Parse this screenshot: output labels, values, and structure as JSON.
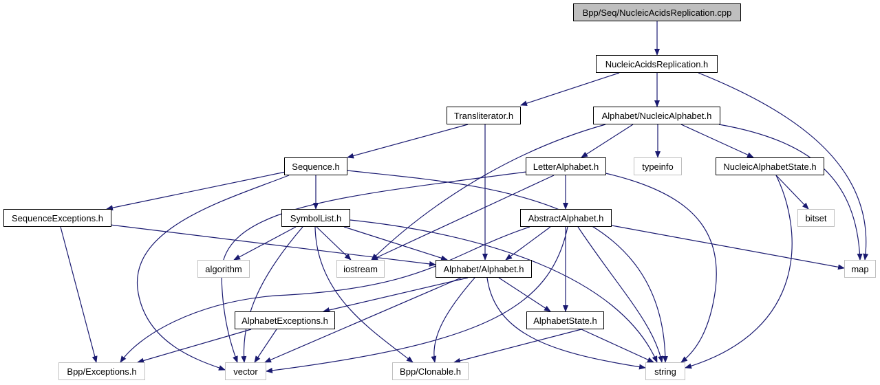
{
  "graph": {
    "edge_color": "#191970",
    "nodes": [
      {
        "id": "cpp",
        "label": "Bpp/Seq/NucleicAcidsReplication.cpp",
        "kind": "root"
      },
      {
        "id": "nar",
        "label": "NucleicAcidsReplication.h",
        "kind": "local"
      },
      {
        "id": "translit",
        "label": "Transliterator.h",
        "kind": "local"
      },
      {
        "id": "nucalph",
        "label": "Alphabet/NucleicAlphabet.h",
        "kind": "local"
      },
      {
        "id": "sequence",
        "label": "Sequence.h",
        "kind": "local"
      },
      {
        "id": "letter",
        "label": "LetterAlphabet.h",
        "kind": "local"
      },
      {
        "id": "typeinfo",
        "label": "typeinfo",
        "kind": "sys"
      },
      {
        "id": "nastate",
        "label": "NucleicAlphabetState.h",
        "kind": "local"
      },
      {
        "id": "seqexc",
        "label": "SequenceExceptions.h",
        "kind": "local"
      },
      {
        "id": "symbol",
        "label": "SymbolList.h",
        "kind": "local"
      },
      {
        "id": "abstract",
        "label": "AbstractAlphabet.h",
        "kind": "local"
      },
      {
        "id": "bitset",
        "label": "bitset",
        "kind": "sys"
      },
      {
        "id": "algorithm",
        "label": "algorithm",
        "kind": "sys"
      },
      {
        "id": "iostream",
        "label": "iostream",
        "kind": "sys"
      },
      {
        "id": "alphabet",
        "label": "Alphabet/Alphabet.h",
        "kind": "local"
      },
      {
        "id": "map",
        "label": "map",
        "kind": "sys"
      },
      {
        "id": "alphexc",
        "label": "AlphabetExceptions.h",
        "kind": "local"
      },
      {
        "id": "astate",
        "label": "AlphabetState.h",
        "kind": "local"
      },
      {
        "id": "exceptions",
        "label": "Bpp/Exceptions.h",
        "kind": "sys"
      },
      {
        "id": "vector",
        "label": "vector",
        "kind": "sys"
      },
      {
        "id": "clonable",
        "label": "Bpp/Clonable.h",
        "kind": "sys"
      },
      {
        "id": "string",
        "label": "string",
        "kind": "sys"
      }
    ],
    "edges": [
      [
        "cpp",
        "nar"
      ],
      [
        "nar",
        "translit"
      ],
      [
        "nar",
        "nucalph"
      ],
      [
        "nar",
        "map"
      ],
      [
        "translit",
        "sequence"
      ],
      [
        "translit",
        "alphabet"
      ],
      [
        "nucalph",
        "letter"
      ],
      [
        "nucalph",
        "typeinfo"
      ],
      [
        "nucalph",
        "nastate"
      ],
      [
        "nucalph",
        "map"
      ],
      [
        "nucalph",
        "iostream"
      ],
      [
        "sequence",
        "seqexc"
      ],
      [
        "sequence",
        "symbol"
      ],
      [
        "sequence",
        "vector"
      ],
      [
        "sequence",
        "string"
      ],
      [
        "letter",
        "abstract"
      ],
      [
        "letter",
        "vector"
      ],
      [
        "letter",
        "iostream"
      ],
      [
        "letter",
        "string"
      ],
      [
        "nastate",
        "bitset"
      ],
      [
        "nastate",
        "string"
      ],
      [
        "seqexc",
        "alphabet"
      ],
      [
        "seqexc",
        "exceptions"
      ],
      [
        "symbol",
        "algorithm"
      ],
      [
        "symbol",
        "iostream"
      ],
      [
        "symbol",
        "alphabet"
      ],
      [
        "symbol",
        "vector"
      ],
      [
        "symbol",
        "clonable"
      ],
      [
        "symbol",
        "string"
      ],
      [
        "abstract",
        "alphabet"
      ],
      [
        "abstract",
        "astate"
      ],
      [
        "abstract",
        "map"
      ],
      [
        "abstract",
        "string"
      ],
      [
        "abstract",
        "vector"
      ],
      [
        "abstract",
        "exceptions"
      ],
      [
        "alphabet",
        "alphexc"
      ],
      [
        "alphabet",
        "astate"
      ],
      [
        "alphabet",
        "vector"
      ],
      [
        "alphabet",
        "clonable"
      ],
      [
        "alphabet",
        "string"
      ],
      [
        "alphexc",
        "exceptions"
      ],
      [
        "alphexc",
        "vector"
      ],
      [
        "astate",
        "clonable"
      ],
      [
        "astate",
        "string"
      ]
    ]
  }
}
